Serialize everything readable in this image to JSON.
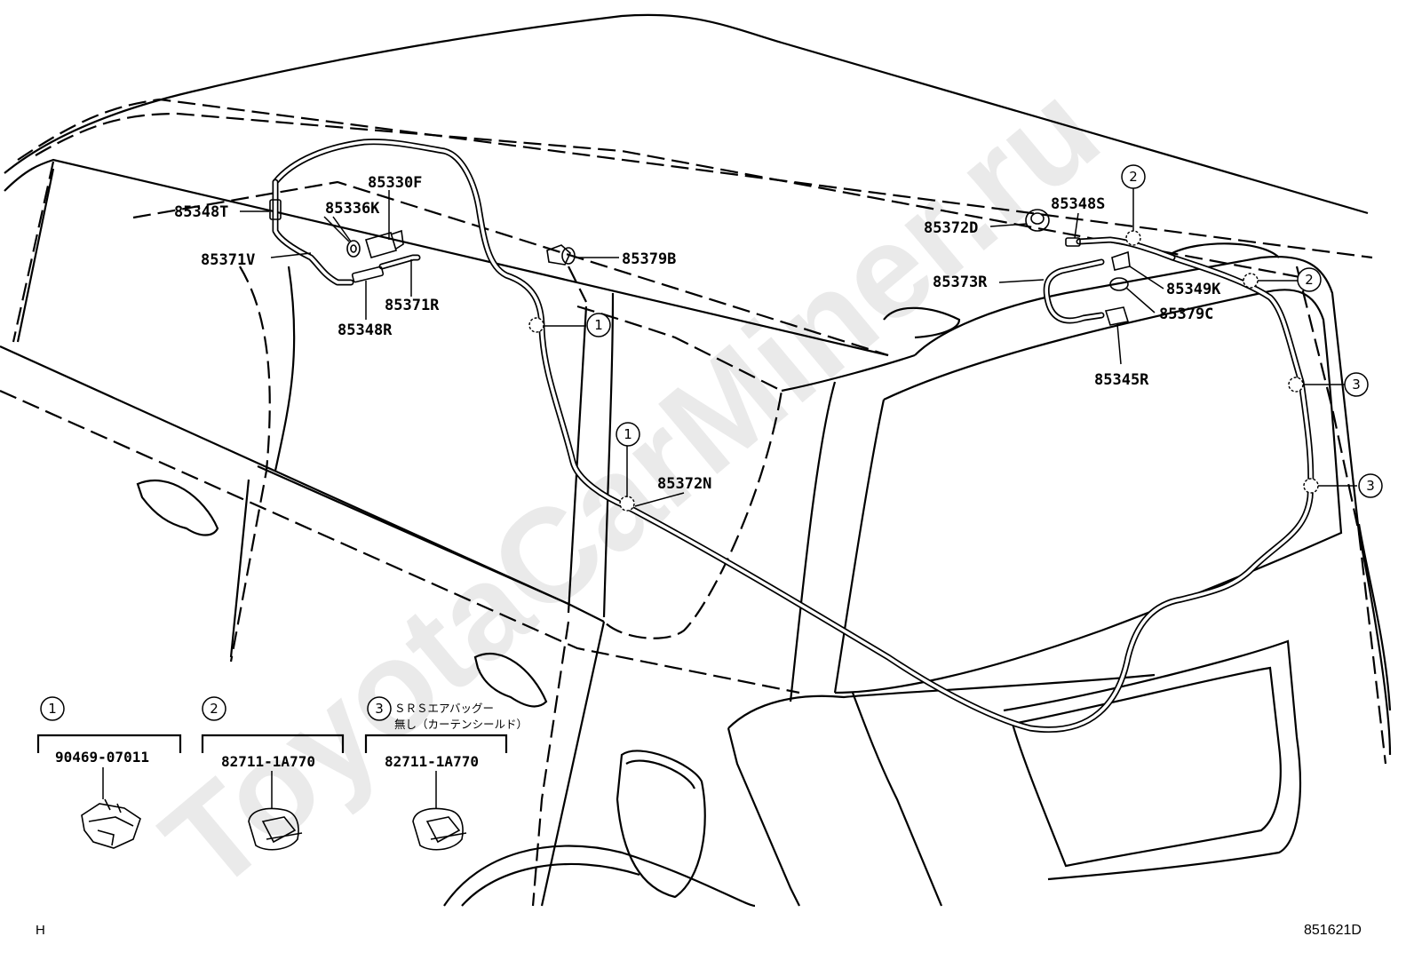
{
  "watermark": "ToyotaCarMiner.ru",
  "part_labels": {
    "p85330F": "85330F",
    "p85336K": "85336K",
    "p85348T": "85348T",
    "p85371V": "85371V",
    "p85371R": "85371R",
    "p85348R": "85348R",
    "p85379B": "85379B",
    "p85372N": "85372N",
    "p85372D": "85372D",
    "p85348S": "85348S",
    "p85373R": "85373R",
    "p85349K": "85349K",
    "p85379C": "85379C",
    "p85345R": "85345R"
  },
  "callouts": {
    "c1": "1",
    "c2": "2",
    "c3": "3"
  },
  "legend": {
    "item1": {
      "ref": "1",
      "part": "90469-07011"
    },
    "item2": {
      "ref": "2",
      "part": "82711-1A770"
    },
    "item3": {
      "ref": "3",
      "part": "82711-1A770",
      "note_line1": "ＳＲＳエアバッグー",
      "note_line2": "無し（カーテンシールド）"
    }
  },
  "corner_left": "H",
  "diagram_code": "851621D"
}
